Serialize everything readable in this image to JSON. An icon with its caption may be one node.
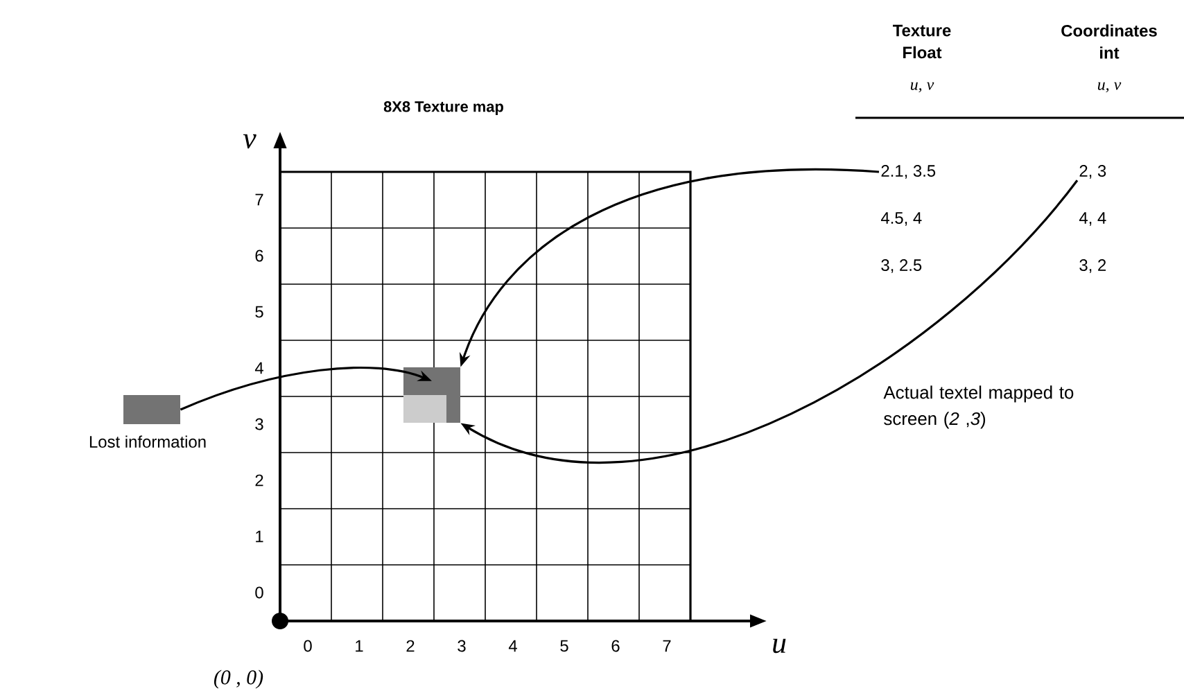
{
  "diagram": {
    "title": "8X8 Texture map",
    "nodes": [
      {
        "text": [
          "2.1, 3.5"
        ]
      },
      {
        "text": [
          "2, 3"
        ]
      },
      {
        "text": [],
        "shape": "box"
      },
      {
        "text": [
          "Lost information"
        ]
      }
    ],
    "edges": [
      {
        "from": 0,
        "to": 2,
        "arrow": "to"
      },
      {
        "from": 3,
        "to": 2,
        "arrow": "to"
      },
      {
        "from": 1,
        "to": 2,
        "arrow": "to"
      }
    ],
    "labels": [
      "Texture Float",
      "Coordinates int",
      "u, v",
      "u, v",
      "v",
      "7",
      "6",
      "5",
      "4",
      "3",
      "2",
      "1",
      "0",
      "4.5, 4",
      "4, 4",
      "3, 2.5",
      "3, 2",
      "Actual textel mapped to screen (*2* ,*3*)",
      "0",
      "1",
      "2",
      "3",
      "4",
      "5",
      "6",
      "7",
      "u",
      "(0 , 0)"
    ]
  }
}
